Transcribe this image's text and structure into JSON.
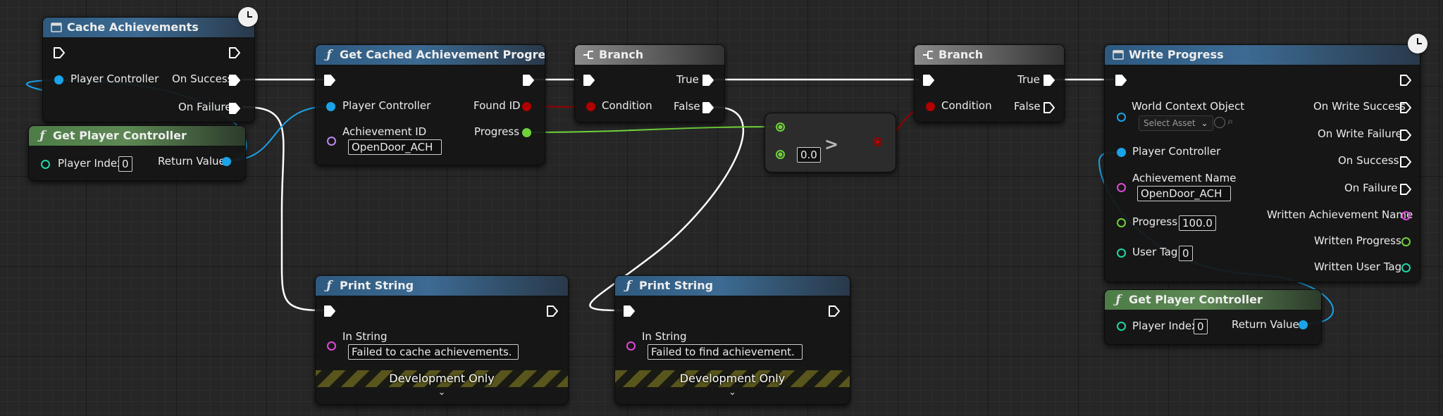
{
  "colors": {
    "exec": "#ffffff",
    "object": "#1aa3e8",
    "string": "#e048d8",
    "name": "#bb88ee",
    "float": "#70d23a",
    "integer": "#1fd8a4",
    "boolean": "#b00000",
    "graph_background": "#262626"
  },
  "nodes": {
    "cache_achievements": {
      "title": "Cache Achievements",
      "icon": "event-node-icon",
      "pins": {
        "player_controller": "Player Controller",
        "on_success": "On Success",
        "on_failure": "On Failure"
      }
    },
    "get_player_controller_1": {
      "title": "Get Player Controller",
      "icon": "function-icon",
      "player_index_label": "Player Index",
      "player_index_value": "0",
      "return_value": "Return Value"
    },
    "get_cached_progress": {
      "title": "Get Cached Achievement Progress",
      "icon": "function-icon",
      "player_controller": "Player Controller",
      "achievement_id_label": "Achievement ID",
      "achievement_id_value": "OpenDoor_ACH",
      "found_id": "Found ID",
      "progress": "Progress"
    },
    "branch_1": {
      "title": "Branch",
      "condition": "Condition",
      "true_label": "True",
      "false_label": "False"
    },
    "branch_2": {
      "title": "Branch",
      "condition": "Condition",
      "true_label": "True",
      "false_label": "False"
    },
    "greater_than": {
      "operator": ">",
      "b_value": "0.0"
    },
    "write_progress": {
      "title": "Write Progress",
      "icon": "event-node-icon",
      "world_context_label": "World Context Object",
      "select_asset": "Select Asset",
      "player_controller": "Player Controller",
      "achievement_name_label": "Achievement Name",
      "achievement_name_value": "OpenDoor_ACH",
      "progress_label": "Progress",
      "progress_value": "100.0",
      "user_tag_label": "User Tag",
      "user_tag_value": "0",
      "on_write_success": "On Write Success",
      "on_write_failure": "On Write Failure",
      "on_success": "On Success",
      "on_failure": "On Failure",
      "written_achievement_name": "Written Achievement Name",
      "written_progress": "Written Progress",
      "written_user_tag": "Written User Tag"
    },
    "get_player_controller_2": {
      "title": "Get Player Controller",
      "icon": "function-icon",
      "player_index_label": "Player Index",
      "player_index_value": "0",
      "return_value": "Return Value"
    },
    "print_string_1": {
      "title": "Print String",
      "icon": "function-icon",
      "in_string_label": "In String",
      "in_string_value": "Failed to cache achievements.",
      "dev_only": "Development Only",
      "expand": "⌄"
    },
    "print_string_2": {
      "title": "Print String",
      "icon": "function-icon",
      "in_string_label": "In String",
      "in_string_value": "Failed to find achievement.",
      "dev_only": "Development Only",
      "expand": "⌄"
    }
  }
}
